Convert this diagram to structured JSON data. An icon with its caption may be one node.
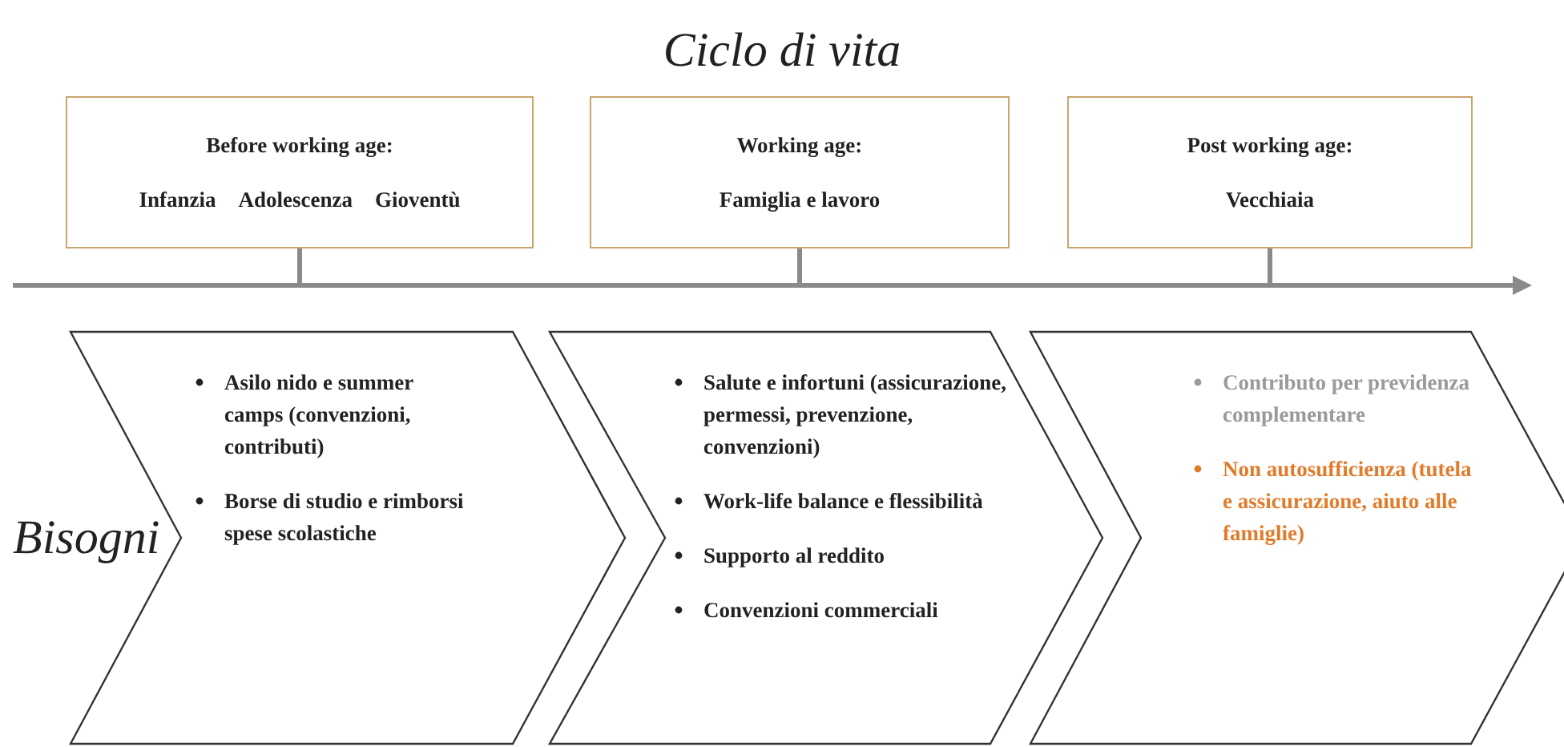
{
  "diagram": {
    "title": "Ciclo di vita",
    "nodes": [
      {
        "text": [
          "Before working age:",
          "Infanzia",
          "Adolescenza",
          "Gioventù"
        ]
      },
      {
        "text": [
          "Working age:",
          "Famiglia e lavoro"
        ]
      },
      {
        "text": [
          "Post working age:",
          "Vecchiaia"
        ]
      },
      {
        "text": [
          "Asilo nido e summer camps (convenzioni, contributi)",
          "Borse di studio e rimborsi spese scolastiche"
        ]
      },
      {
        "text": [
          "Salute e infortuni (assicurazione, permessi, prevenzione, convenzioni)",
          "Work-life balance e flessibilità",
          "Supporto al reddito",
          "Convenzioni commerciali"
        ]
      },
      {
        "text": [
          "Contributo per previdenza complementare",
          "Non autosufficienza (tutela e assicurazione, aiuto alle famiglie)"
        ]
      },
      {
        "text": [],
        "shape": "bar"
      }
    ],
    "edges": [
      {
        "from": 0,
        "to": 6,
        "arrow": "none"
      },
      {
        "from": 1,
        "to": 6,
        "arrow": "none"
      },
      {
        "from": 2,
        "to": 6,
        "arrow": "none"
      }
    ],
    "labels": [
      "Bisogni"
    ]
  }
}
